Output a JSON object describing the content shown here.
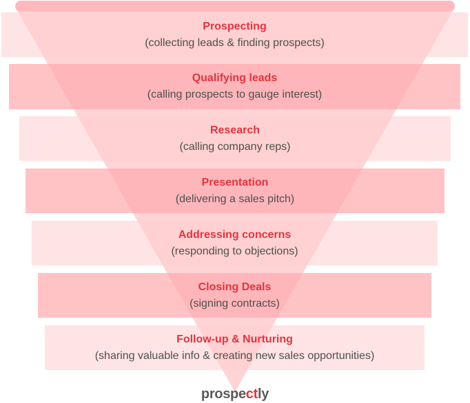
{
  "stages": [
    {
      "title": "Prospecting",
      "description": "(collecting leads & finding prospects)"
    },
    {
      "title": "Qualifying leads",
      "description": "(calling prospects to gauge interest)"
    },
    {
      "title": "Research",
      "description": "(calling company reps)"
    },
    {
      "title": "Presentation",
      "description": "(delivering a sales pitch)"
    },
    {
      "title": "Addressing concerns",
      "description": "(responding to objections)"
    },
    {
      "title": "Closing Deals",
      "description": "(signing contracts)"
    },
    {
      "title": "Follow-up & Nurturing",
      "description": "(sharing valuable info & creating new sales opportunities)"
    }
  ],
  "logo": {
    "part1": "prospe",
    "accent": "ct",
    "part2": "ly"
  },
  "colors": {
    "accent": "#e0353f",
    "text": "#4e4e4e",
    "funnel": "#ffd4d6",
    "top_bar": "#ffb9bd",
    "band_light": "#ffe0e2",
    "band_dark": "#ffb9bd"
  }
}
